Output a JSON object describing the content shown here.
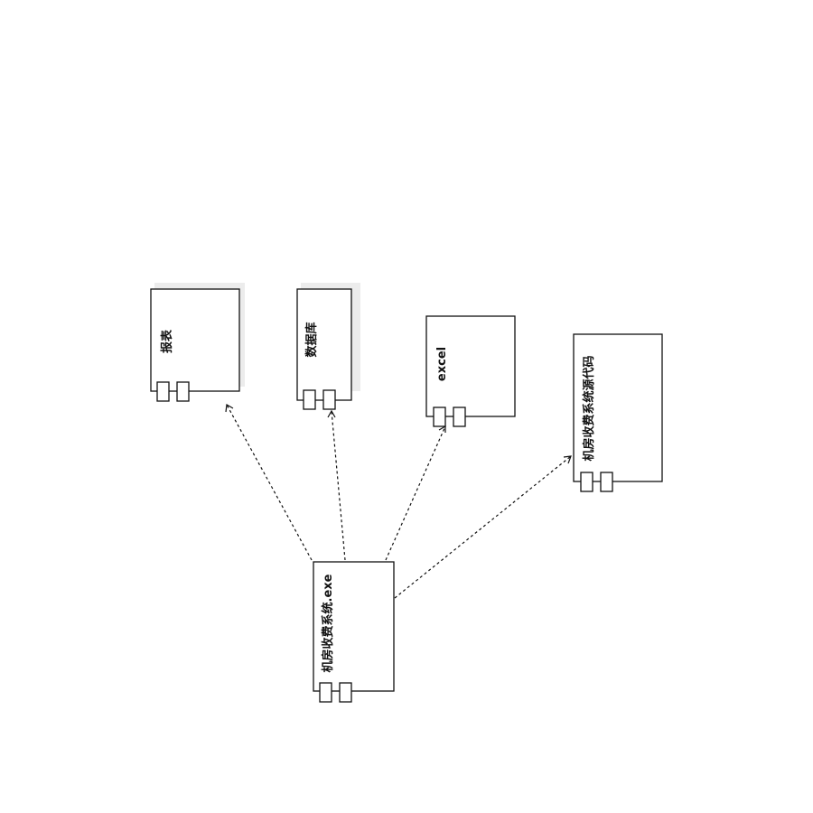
{
  "components": {
    "report": {
      "label": "报表"
    },
    "database": {
      "label": "数据库"
    },
    "excel": {
      "label": "excel"
    },
    "source_code": {
      "label": "机房收费系统源代码"
    },
    "executable": {
      "label": "机房收费系统.exe"
    }
  },
  "colors": {
    "stroke": "#111111",
    "shadow": "#ececec",
    "background": "#ffffff"
  }
}
